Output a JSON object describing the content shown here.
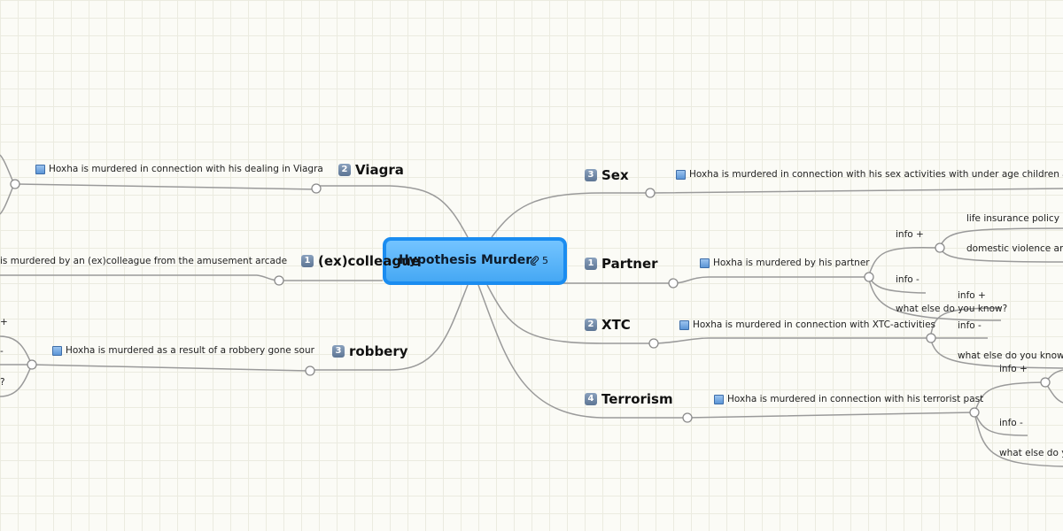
{
  "central": {
    "title": "Hypothesis Murder",
    "attachment_count": "5",
    "attachment_icon": "paperclip-icon"
  },
  "topics": {
    "viagra": {
      "num": "2",
      "label": "Viagra",
      "note": "Hoxha is murdered in connection with his dealing in Viagra"
    },
    "colleague": {
      "num": "1",
      "label": "(ex)colleague",
      "note": "is murdered by an (ex)colleague from the amusement arcade"
    },
    "robbery": {
      "num": "3",
      "label": "robbery",
      "note": "Hoxha is murdered as a result of a robbery gone sour",
      "items": [
        "+",
        "-",
        "?"
      ]
    },
    "sex": {
      "num": "3",
      "label": "Sex",
      "note": "Hoxha is murdered in connection with his sex activities with under age children and the rec"
    },
    "partner": {
      "num": "1",
      "label": "Partner",
      "note": "Hoxha is murdered by his partner",
      "info_plus": "info +",
      "info_minus": "info -",
      "details": [
        "life insurance policy has",
        "domestic violence and"
      ]
    },
    "xtc": {
      "num": "2",
      "label": "XTC",
      "note": "Hoxha is murdered in connection with XTC-activities",
      "info_plus": "info +",
      "what_else": "what else do you know?",
      "info_minus": "info -",
      "what_else_2": "what else do you know?"
    },
    "terrorism": {
      "num": "4",
      "label": "Terrorism",
      "note": "Hoxha is murdered in connection with his terrorist past",
      "info_plus": "info +",
      "info_minus": "info -",
      "what_else": "what else do yo"
    }
  }
}
